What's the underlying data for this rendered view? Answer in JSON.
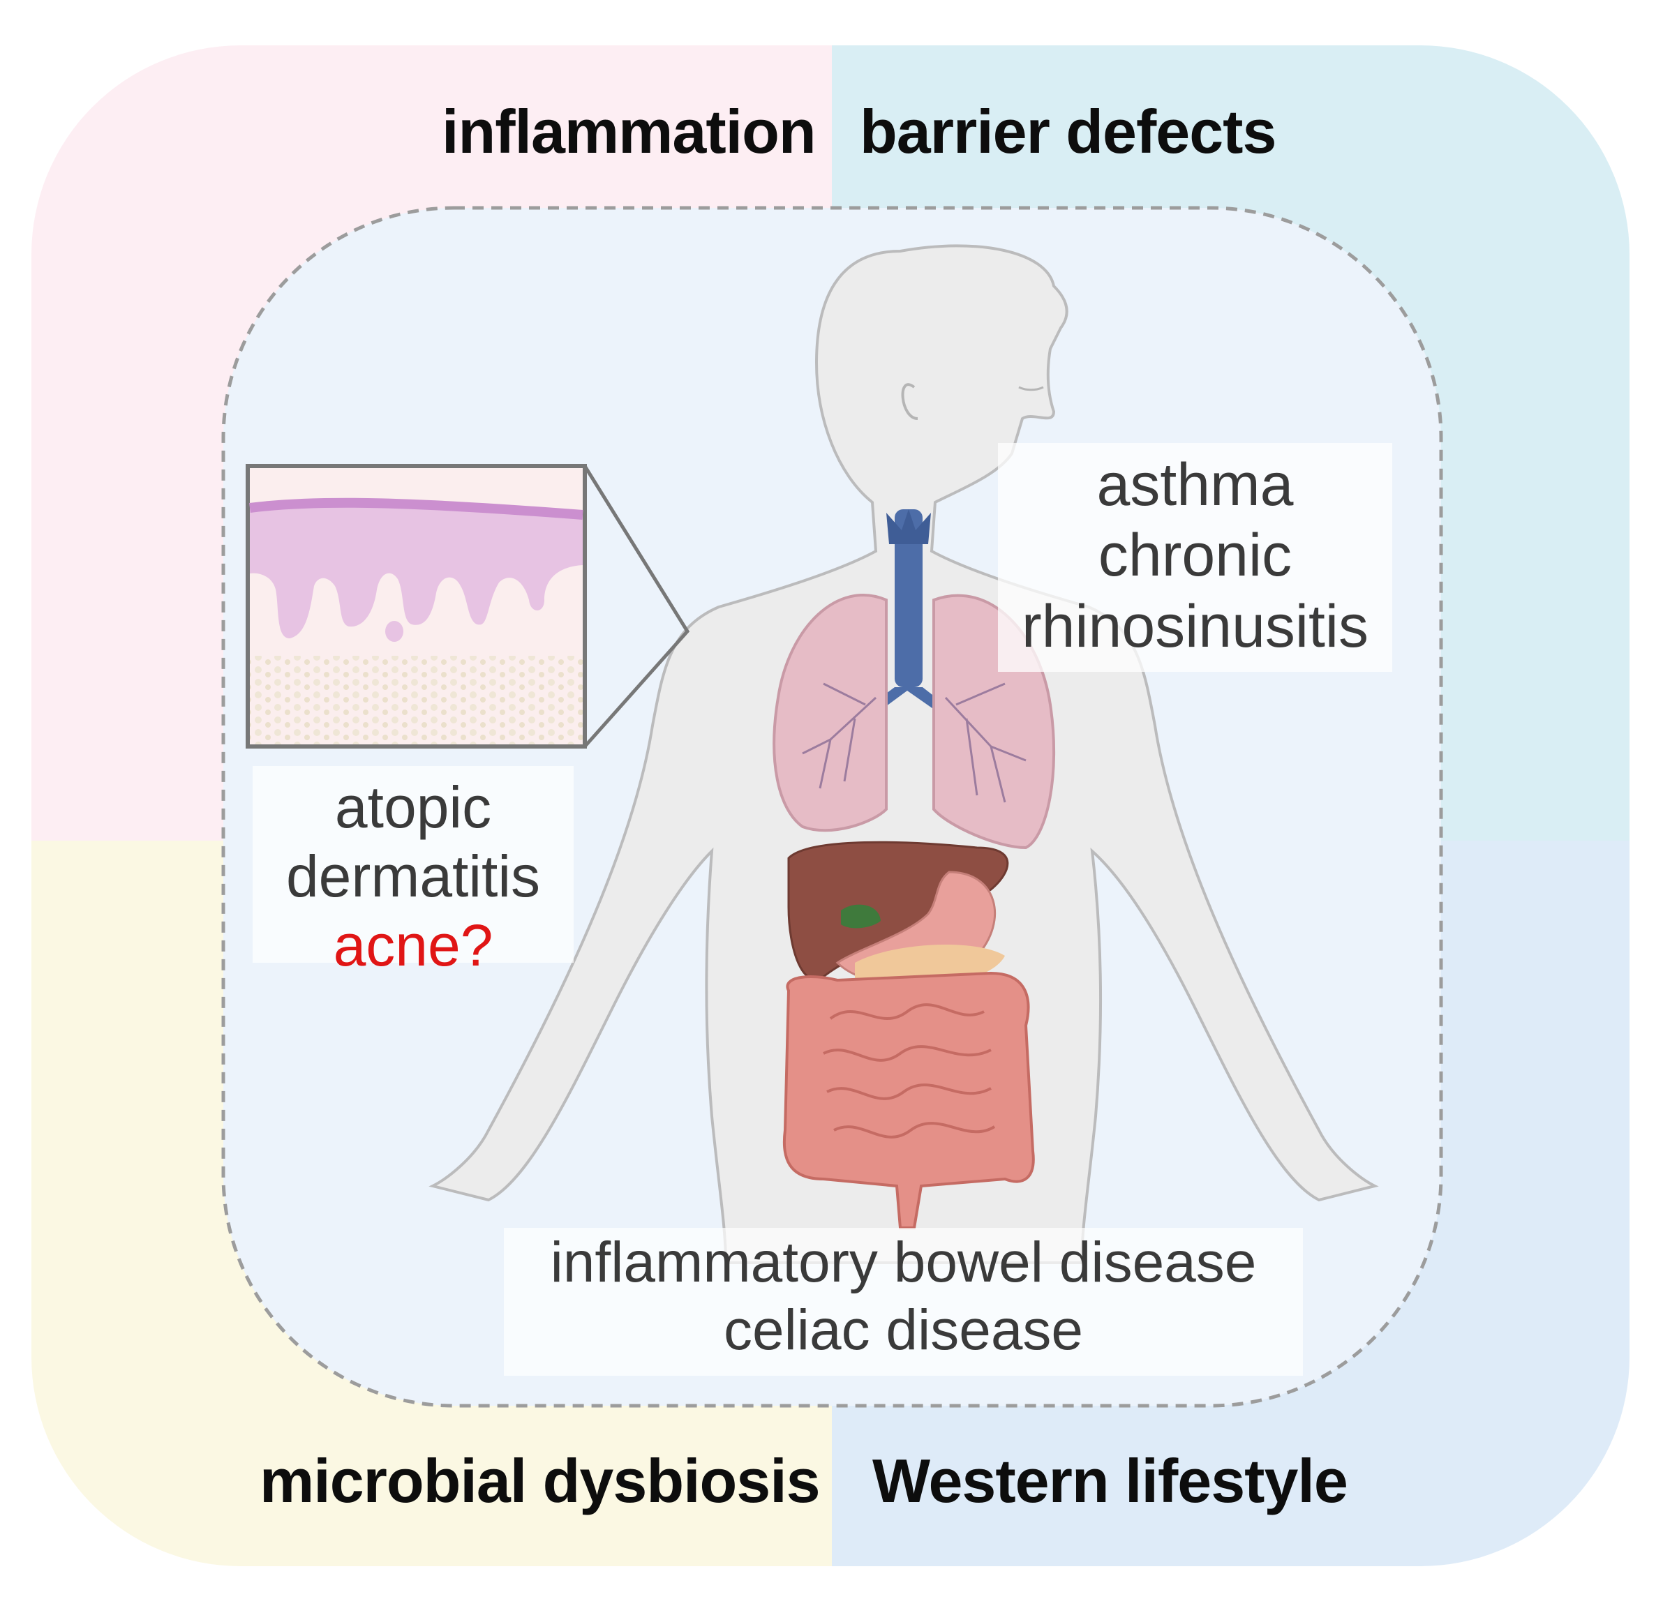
{
  "quadrants": {
    "top_left": {
      "label": "inflammation",
      "color": "#fdeef3"
    },
    "top_right": {
      "label": "barrier defects",
      "color": "#d9eef4"
    },
    "bottom_left": {
      "label": "microbial dysbiosis",
      "color": "#fbf8e3"
    },
    "bottom_right": {
      "label": "Western lifestyle",
      "color": "#deebf8"
    }
  },
  "diseases": {
    "skin": {
      "line1": "atopic",
      "line2": "dermatitis",
      "line3": "acne?",
      "line3_color": "#e01515"
    },
    "airway": {
      "line1": "asthma",
      "line2": "chronic",
      "line3": "rhinosinusitis"
    },
    "gut": {
      "line1": "inflammatory bowel disease",
      "line2": "celiac disease"
    }
  },
  "icons": [
    "human-body-icon",
    "skin-section-icon",
    "trachea-icon",
    "lungs-icon",
    "liver-icon",
    "stomach-icon",
    "intestines-icon"
  ]
}
